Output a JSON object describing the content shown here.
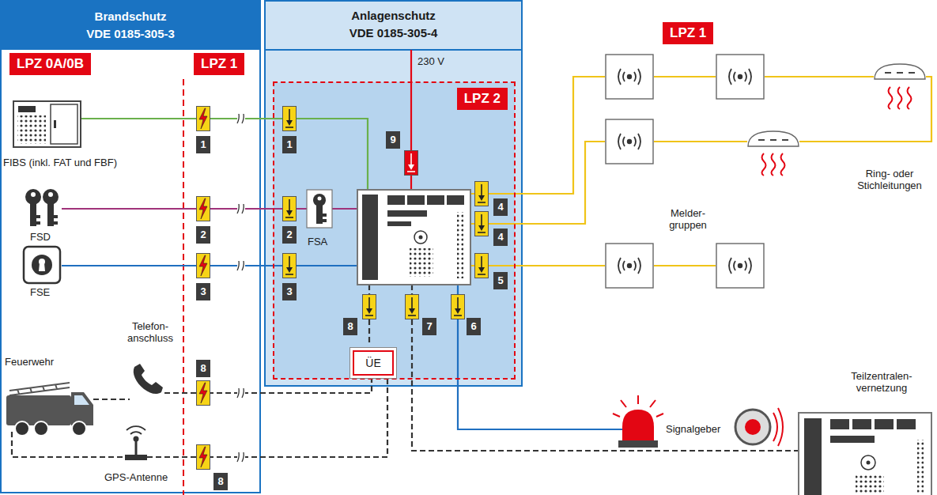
{
  "diagram": {
    "nodes": [
      {
        "text": [
          "Brandschutz",
          "VDE 0185-305-3"
        ]
      },
      {
        "text": [
          "LPZ 0A/0B"
        ],
        "in": 0
      },
      {
        "text": [
          "LPZ 1"
        ],
        "in": 0
      },
      {
        "text": [
          "Anlagenschutz",
          "VDE 0185-305-4"
        ]
      },
      {
        "text": [
          "LPZ 2"
        ],
        "in": 3
      },
      {
        "text": [
          "ÜE"
        ],
        "in": 4
      },
      {
        "text": [
          "LPZ 1"
        ]
      }
    ],
    "labels": [
      "FIBS (inkl. FAT und FBF)",
      "FSD",
      "FSE",
      "Feuerwehr",
      "Telefon- anschluss",
      "GPS-Antenne",
      "FSA",
      "230 V",
      "Melder- gruppen",
      "Ring- oder Stichleitungen",
      "Signalgeber",
      "Teilzentralen- vernetzung",
      "1",
      "2",
      "3",
      "8",
      "8",
      "1",
      "2",
      "3",
      "9",
      "4",
      "4",
      "5",
      "8",
      "7",
      "6"
    ]
  }
}
